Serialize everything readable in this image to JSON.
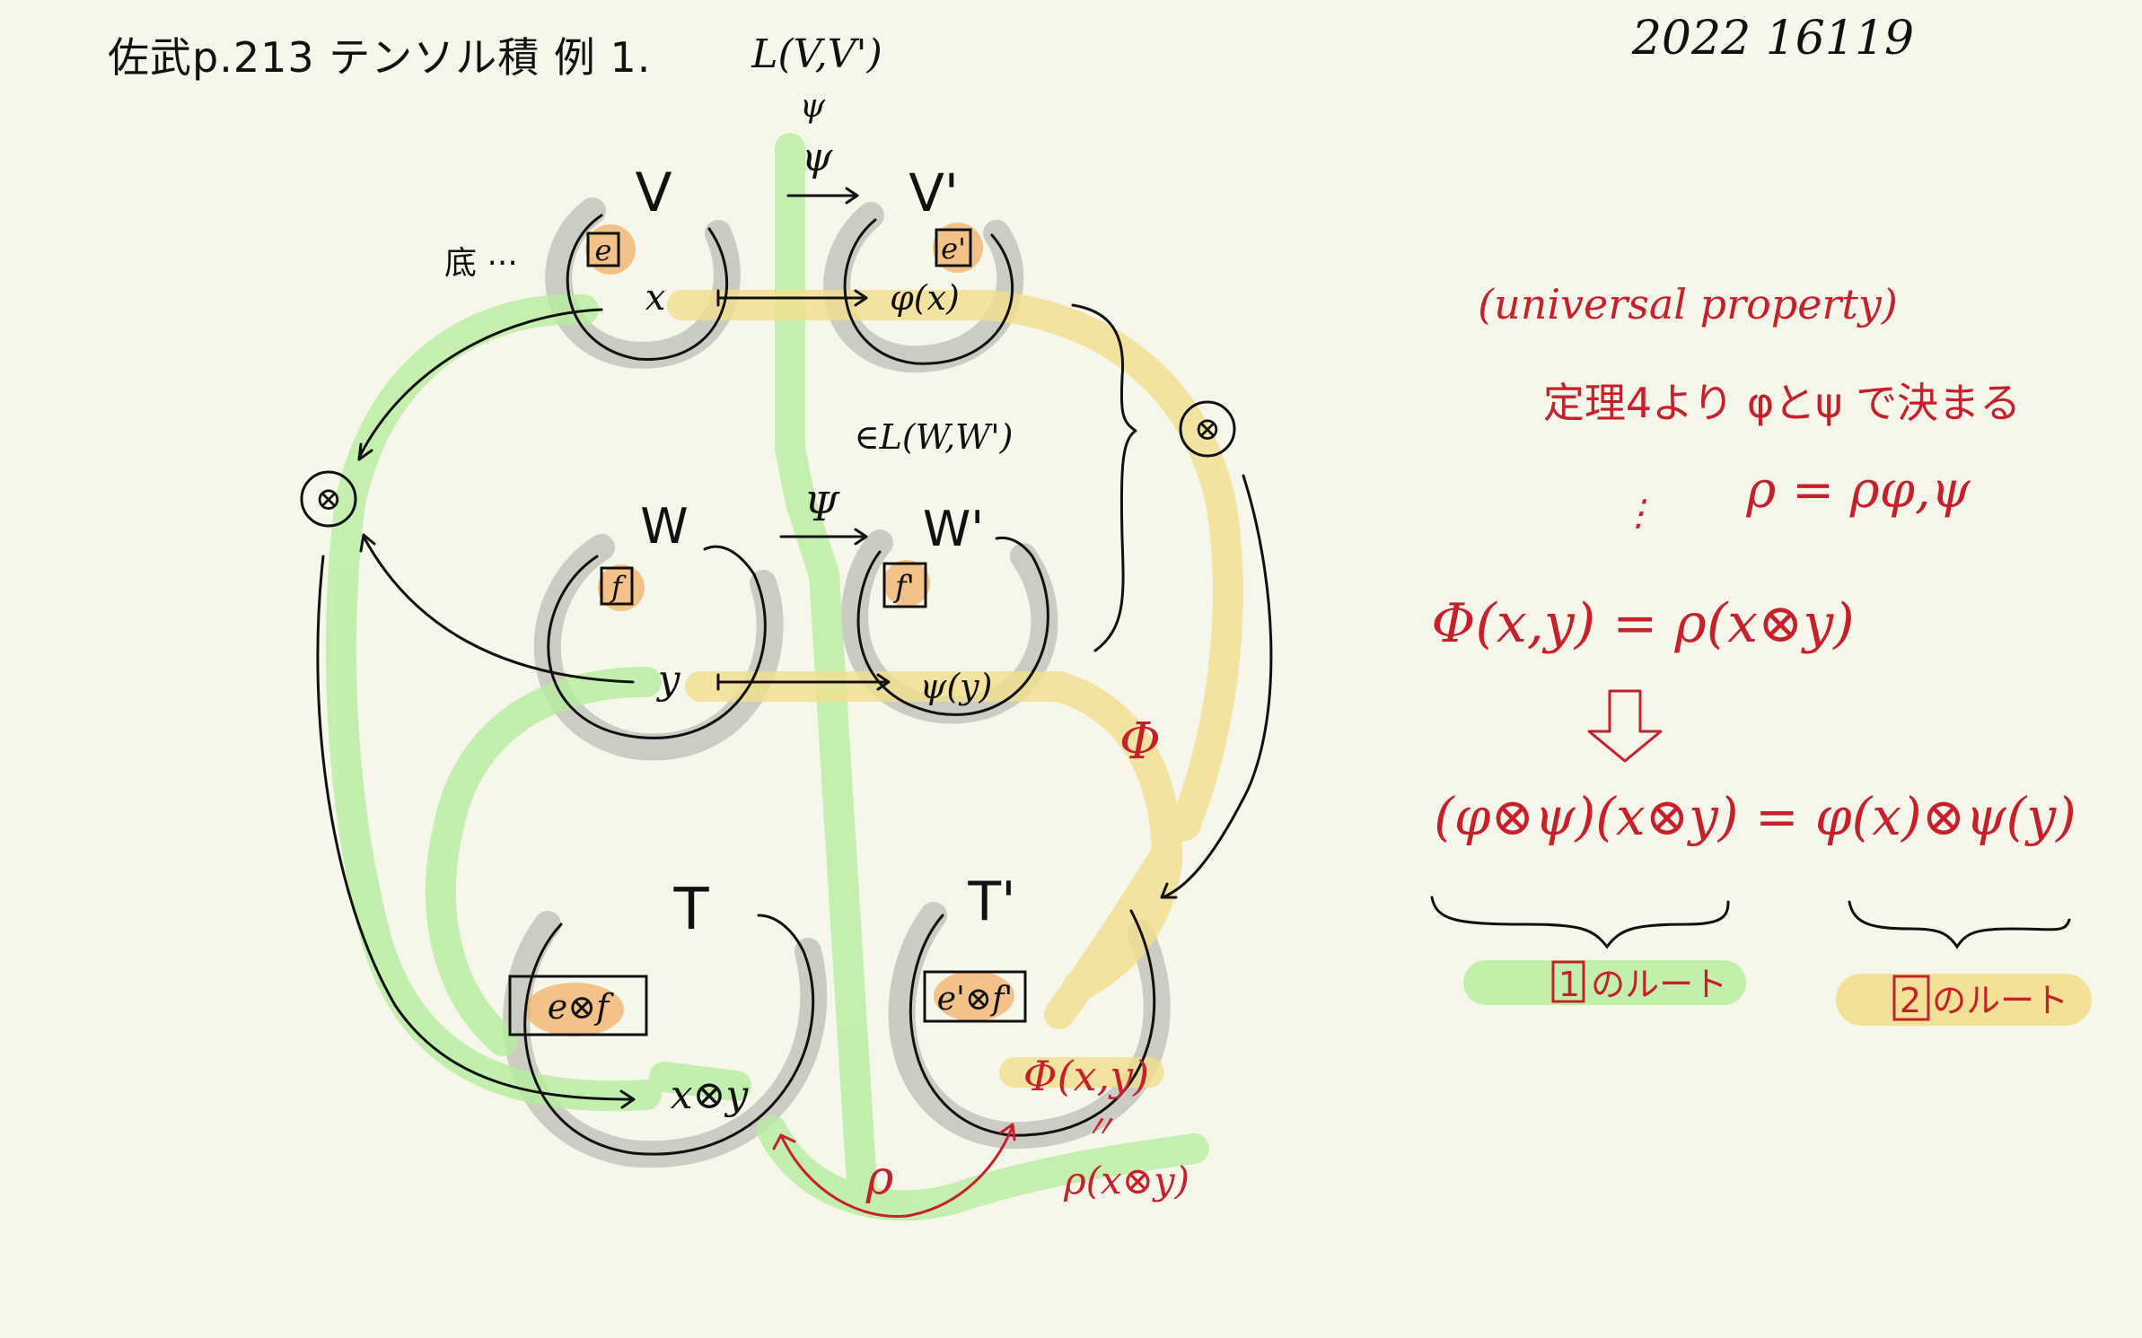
{
  "header": {
    "title": "佐武p.213 テンソル積 例 1.",
    "date": "2022 16119"
  },
  "diagram": {
    "top_map": {
      "space": "L(V,V')",
      "elem": "ψ",
      "contains": "ψ"
    },
    "mid_map": {
      "space": "∈L(W,W')",
      "elem": "Ψ"
    },
    "spaces": {
      "V": "V",
      "Vp": "V'",
      "W": "W",
      "Wp": "W'",
      "T": "T",
      "Tp": "T'"
    },
    "basis_label": "底 ···",
    "basis": {
      "e": "e",
      "ep": "e'",
      "f": "f",
      "fp": "f'",
      "e_tensor_f": "e⊗f",
      "ep_tensor_fp": "e'⊗f'"
    },
    "elements": {
      "x": "x",
      "phi_x": "φ(x)",
      "y": "y",
      "psi_y": "ψ(y)",
      "x_tensor_y": "x⊗y",
      "Phi": "Φ",
      "Phi_xy": "Φ(x,y)",
      "eq_mark": "〃",
      "rho_of": "ρ(x⊗y)",
      "rho": "ρ"
    },
    "tensor_symbol": "⊗"
  },
  "notes": {
    "universal": "(universal property)",
    "theorem": "定理4より φとψ で決まる",
    "rho_eq": "ρ = ρφ,ψ",
    "dots": "⋮",
    "Phi_eq": "Φ(x,y) = ρ(x⊗y)",
    "final_eq": "(φ⊗ψ)(x⊗y) = φ(x)⊗ψ(y)",
    "route1": "1 のルート",
    "route2": "2 のルート"
  },
  "colors": {
    "background": "#f7f6eb",
    "ink": "#111111",
    "red": "#c8202a",
    "green_highlight": "#b7ee9f",
    "yellow_highlight": "#f1df8e",
    "gray_highlight": "#c4c4bd",
    "orange_highlight": "#f0b067"
  }
}
